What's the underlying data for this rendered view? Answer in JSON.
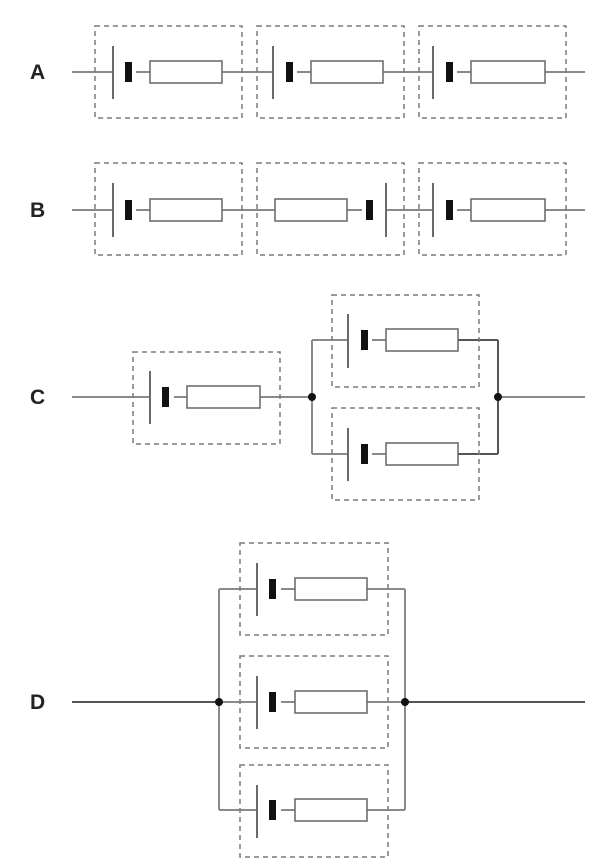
{
  "circuits": {
    "a": {
      "label": "A"
    },
    "b": {
      "label": "B"
    },
    "c": {
      "label": "C"
    },
    "d": {
      "label": "D"
    }
  }
}
